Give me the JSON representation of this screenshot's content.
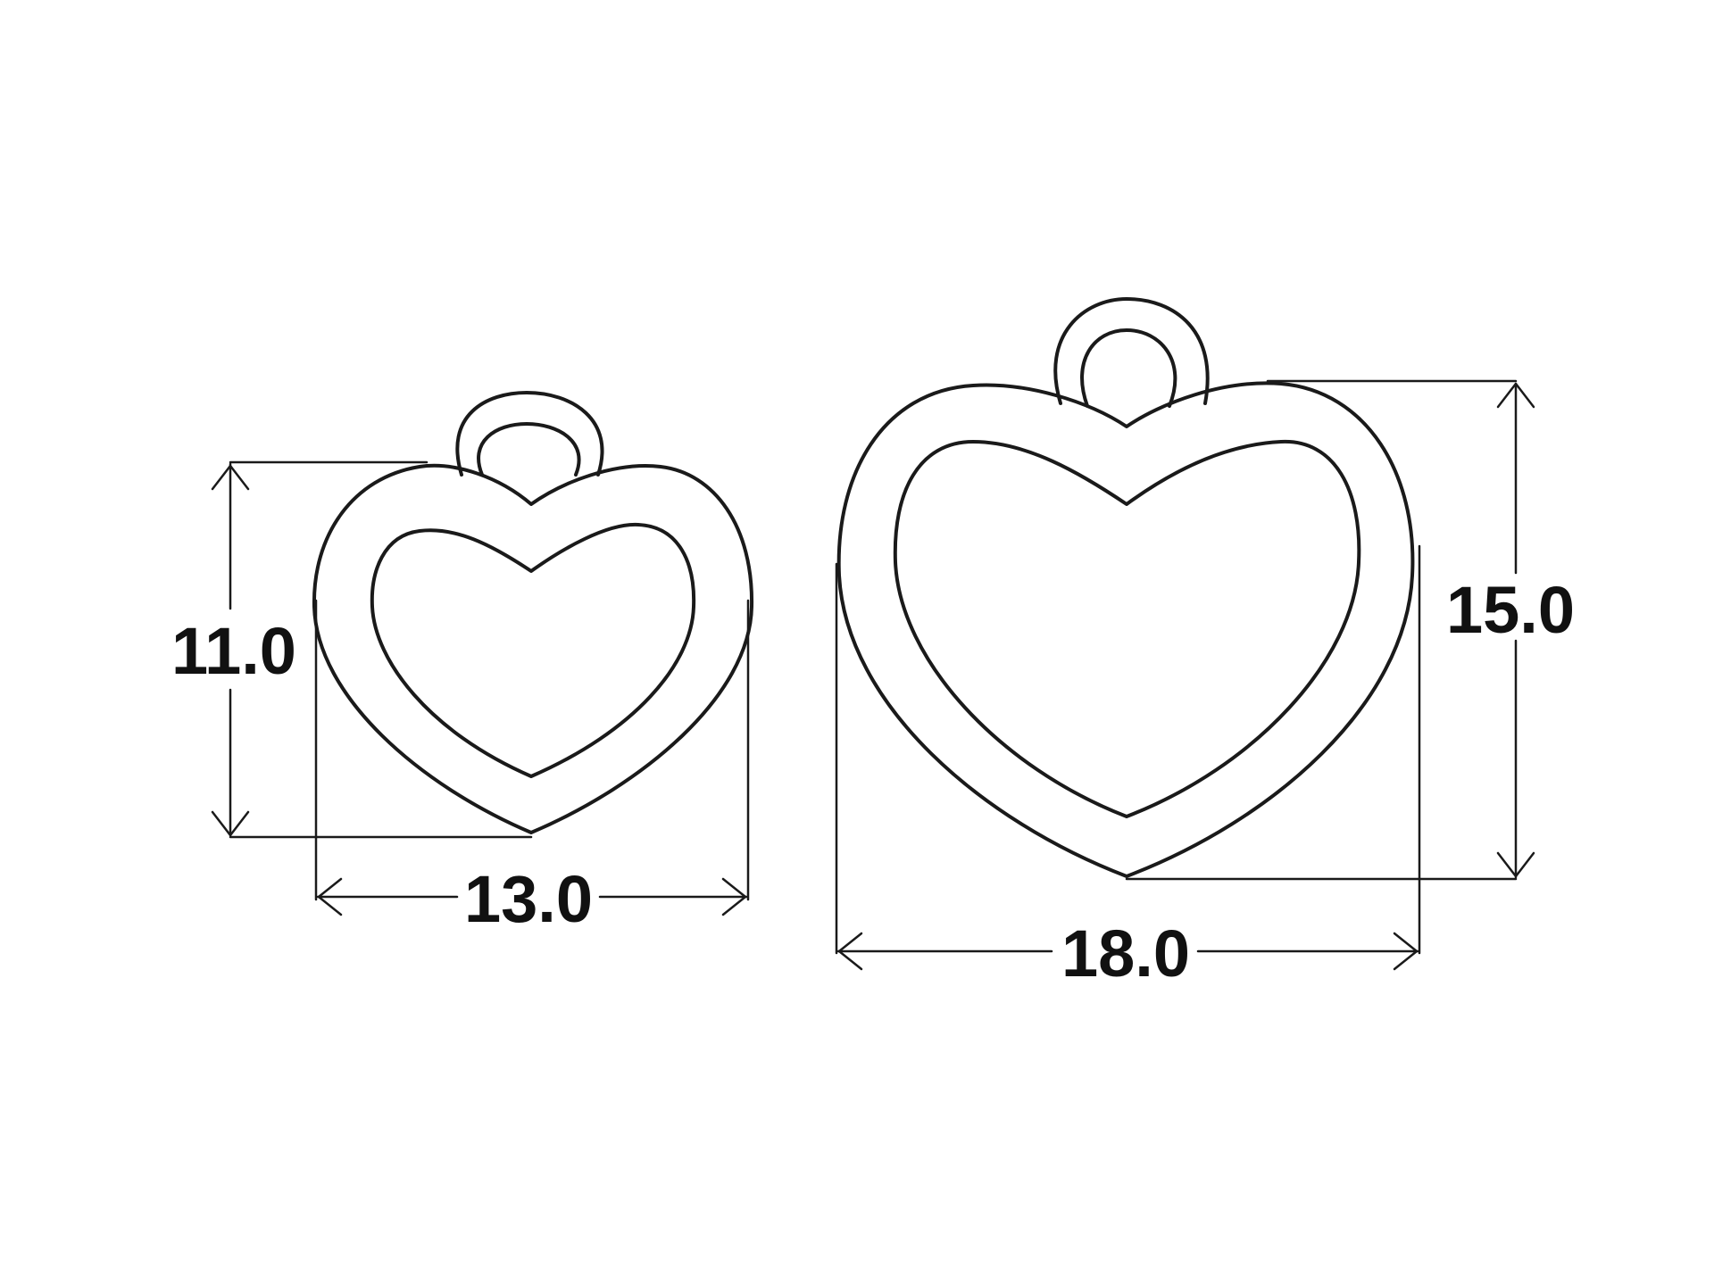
{
  "small_pendant": {
    "height_label": "11.0",
    "width_label": "13.0"
  },
  "large_pendant": {
    "height_label": "15.0",
    "width_label": "18.0"
  },
  "colors": {
    "line": "#1a1a1a",
    "background": "#ffffff"
  }
}
